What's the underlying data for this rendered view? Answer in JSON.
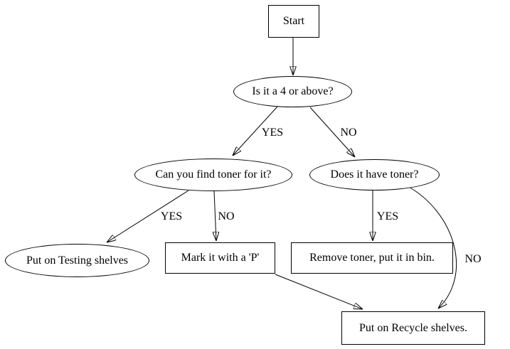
{
  "diagram": {
    "nodes": {
      "start": {
        "label": "Start",
        "shape": "box"
      },
      "is_4_or_above": {
        "label": "Is it a 4 or above?",
        "shape": "ellipse"
      },
      "find_toner": {
        "label": "Can you find toner for it?",
        "shape": "ellipse"
      },
      "has_toner": {
        "label": "Does it have toner?",
        "shape": "ellipse"
      },
      "testing_shelves": {
        "label": "Put on Testing shelves",
        "shape": "ellipse"
      },
      "mark_p": {
        "label": "Mark it with a 'P'",
        "shape": "box"
      },
      "remove_toner": {
        "label": "Remove toner, put it in bin.",
        "shape": "box"
      },
      "recycle_shelves": {
        "label": "Put on Recycle shelves.",
        "shape": "box"
      }
    },
    "edges": [
      {
        "from": "start",
        "to": "is_4_or_above",
        "label": ""
      },
      {
        "from": "is_4_or_above",
        "to": "find_toner",
        "label": "YES"
      },
      {
        "from": "is_4_or_above",
        "to": "has_toner",
        "label": "NO"
      },
      {
        "from": "find_toner",
        "to": "testing_shelves",
        "label": "YES"
      },
      {
        "from": "find_toner",
        "to": "mark_p",
        "label": "NO"
      },
      {
        "from": "has_toner",
        "to": "remove_toner",
        "label": "YES"
      },
      {
        "from": "has_toner",
        "to": "recycle_shelves",
        "label": "NO"
      },
      {
        "from": "mark_p",
        "to": "recycle_shelves",
        "label": ""
      }
    ],
    "colors": {
      "stroke": "#000000",
      "text": "#000000",
      "background": "#ffffff"
    }
  }
}
